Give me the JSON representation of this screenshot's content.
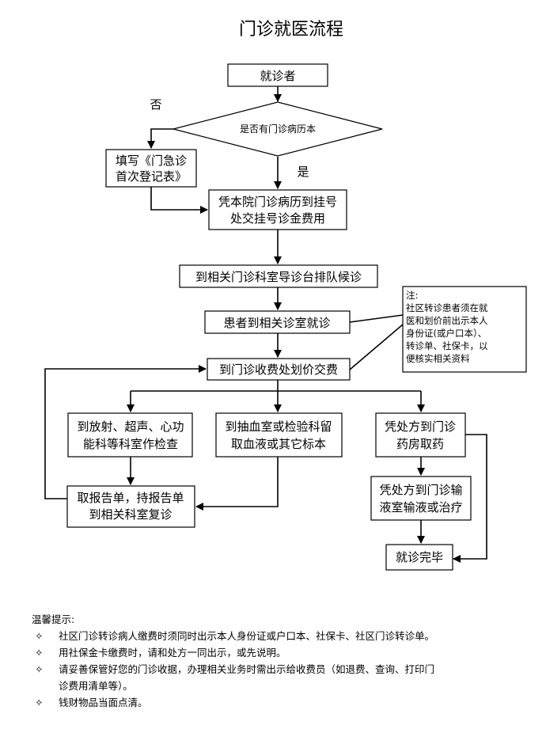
{
  "title": "门诊就医流程",
  "nodes": {
    "patient": "就诊者",
    "decision": "是否有门诊病历本",
    "fill_form": [
      "填写《门急诊",
      "首次登记表》"
    ],
    "register": [
      "凭本院门诊病历到挂号",
      "处交挂号诊金费用"
    ],
    "queue": "到相关门诊科室导诊台排队候诊",
    "consult": "患者到相关诊室就诊",
    "payment": "到门诊收费处划价交费",
    "exam": [
      "到放射、超声、心功",
      "能科等科室作检查"
    ],
    "sample": [
      "到抽血室或检验科留",
      "取血液或其它标本"
    ],
    "pharmacy": [
      "凭处方到门诊",
      "药房取药"
    ],
    "report": [
      "取报告单，持报告单",
      "到相关科室复诊"
    ],
    "infusion": [
      "凭处方到门诊输",
      "液室输液或治疗"
    ],
    "done": "就诊完毕"
  },
  "labels": {
    "no": "否",
    "yes": "是"
  },
  "note": {
    "heading": "注:",
    "lines": [
      "社区转诊患者须在就",
      "医和划价前出示本人",
      "身份证(或户口本）、",
      "转诊单、社保卡，以",
      "便核实相关资料"
    ]
  },
  "tips": {
    "heading": "温馨提示:",
    "bullet": "✧",
    "items": [
      [
        "社区门诊转诊病人缴费时须同时出示本人身份证或户口本、社保卡、社区门诊转诊单。"
      ],
      [
        "用社保金卡缴费时，请和处方一同出示，或先说明。"
      ],
      [
        "请妥善保管好您的门诊收据，办理相关业务时需出示给收费员（如退费、查询、打印门",
        "诊费用清单等）。"
      ],
      [
        "钱财物品当面点清。"
      ]
    ]
  }
}
